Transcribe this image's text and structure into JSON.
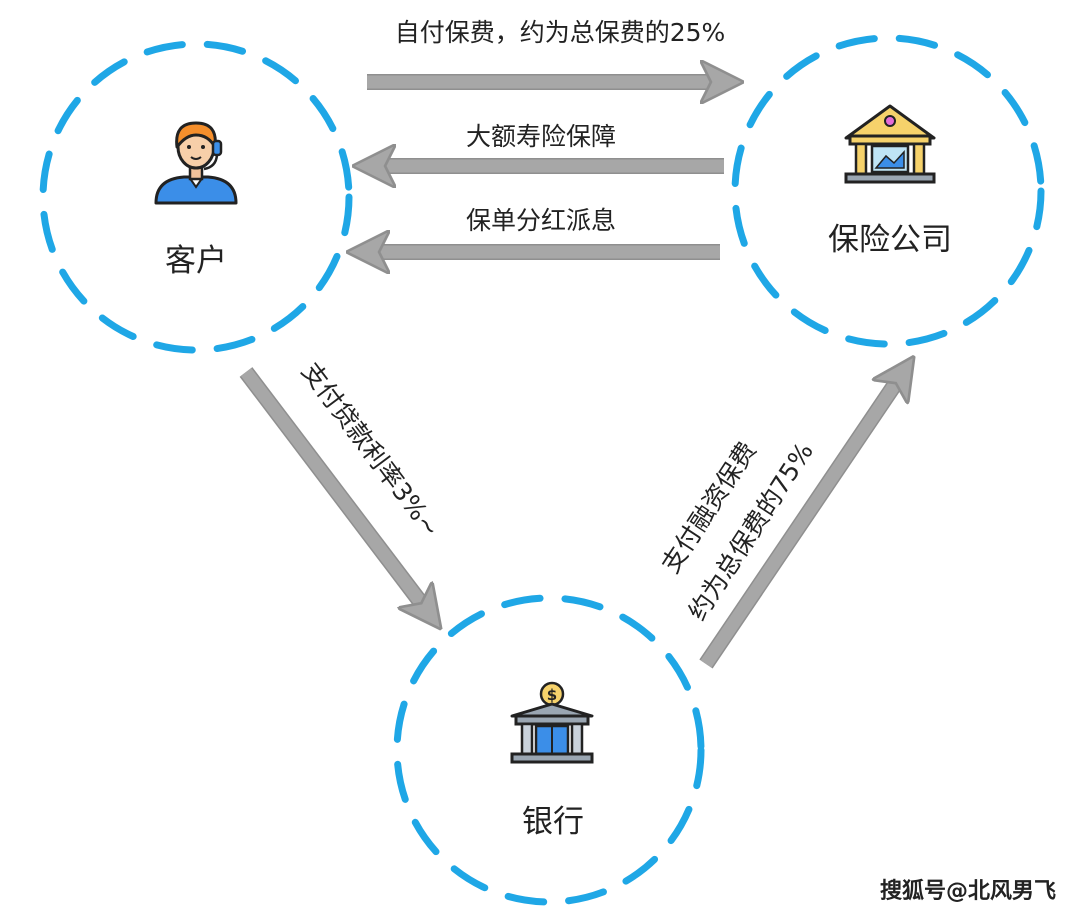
{
  "nodes": {
    "customer": {
      "label": "客户"
    },
    "insurer": {
      "label": "保险公司"
    },
    "bank": {
      "label": "银行"
    }
  },
  "edges": {
    "self_premium": {
      "label": "自付保费，约为总保费的25%"
    },
    "life_cover": {
      "label": "大额寿险保障"
    },
    "dividend": {
      "label": "保单分红派息"
    },
    "loan_interest": {
      "label": "支付贷款利率3%~"
    },
    "financing_line1": {
      "label": "支付融资保费"
    },
    "financing_line2": {
      "label": "约为总保费的75%"
    }
  },
  "watermark": "搜狐号@北风男飞",
  "colors": {
    "circle": "#1fa7e6",
    "arrow": "#a7a7a7",
    "arrow_edge": "#8f8f8f"
  },
  "icons": [
    "customer-service-agent-icon",
    "insurance-building-icon",
    "bank-dollar-icon"
  ]
}
